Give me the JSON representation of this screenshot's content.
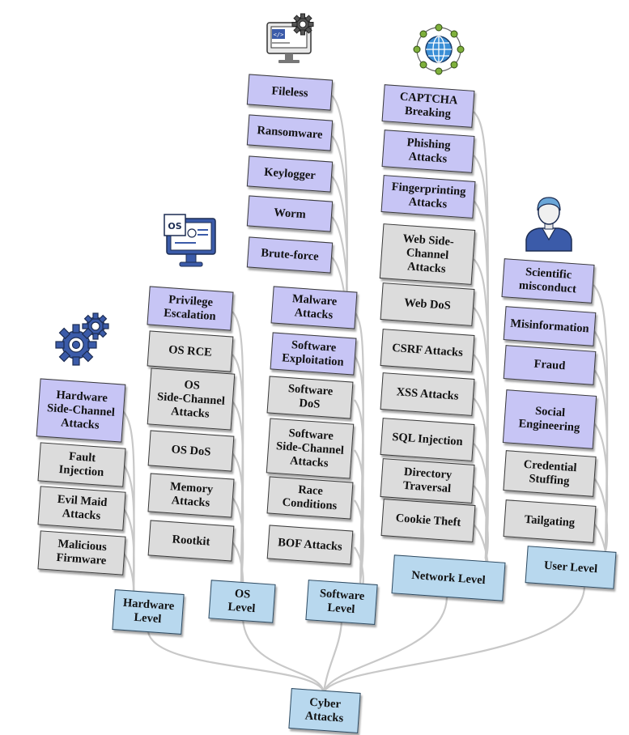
{
  "root": {
    "label": "Cyber\nAttacks"
  },
  "levels": {
    "hardware": {
      "label": "Hardware\nLevel"
    },
    "os": {
      "label": "OS\nLevel"
    },
    "software": {
      "label": "Software\nLevel"
    },
    "network": {
      "label": "Network Level"
    },
    "user": {
      "label": "User Level"
    }
  },
  "hardware_attacks": [
    {
      "label": "Hardware\nSide-Channel\nAttacks",
      "highlight": true
    },
    {
      "label": "Fault\nInjection",
      "highlight": false
    },
    {
      "label": "Evil Maid\nAttacks",
      "highlight": false
    },
    {
      "label": "Malicious\nFirmware",
      "highlight": false
    }
  ],
  "os_attacks": [
    {
      "label": "Privilege\nEscalation",
      "highlight": true
    },
    {
      "label": "OS RCE",
      "highlight": false
    },
    {
      "label": "OS\nSide-Channel\nAttacks",
      "highlight": false
    },
    {
      "label": "OS DoS",
      "highlight": false
    },
    {
      "label": "Memory\nAttacks",
      "highlight": false
    },
    {
      "label": "Rootkit",
      "highlight": false
    }
  ],
  "malware_subtypes": [
    {
      "label": "Fileless"
    },
    {
      "label": "Ransomware"
    },
    {
      "label": "Keylogger"
    },
    {
      "label": "Worm"
    },
    {
      "label": "Brute-force"
    }
  ],
  "software_attacks": [
    {
      "label": "Malware\nAttacks",
      "highlight": true
    },
    {
      "label": "Software\nExploitation",
      "highlight": true
    },
    {
      "label": "Software\nDoS",
      "highlight": false
    },
    {
      "label": "Software\nSide-Channel\nAttacks",
      "highlight": false
    },
    {
      "label": "Race\nConditions",
      "highlight": false
    },
    {
      "label": "BOF Attacks",
      "highlight": false
    }
  ],
  "network_attacks": [
    {
      "label": "CAPTCHA\nBreaking",
      "highlight": true
    },
    {
      "label": "Phishing\nAttacks",
      "highlight": true
    },
    {
      "label": "Fingerprinting\nAttacks",
      "highlight": true
    },
    {
      "label": "Web Side-\nChannel\nAttacks",
      "highlight": false
    },
    {
      "label": "Web DoS",
      "highlight": false
    },
    {
      "label": "CSRF Attacks",
      "highlight": false
    },
    {
      "label": "XSS Attacks",
      "highlight": false
    },
    {
      "label": "SQL Injection",
      "highlight": false
    },
    {
      "label": "Directory\nTraversal",
      "highlight": false
    },
    {
      "label": "Cookie Theft",
      "highlight": false
    }
  ],
  "user_attacks": [
    {
      "label": "Scientific\nmisconduct",
      "highlight": true
    },
    {
      "label": "Misinformation",
      "highlight": true
    },
    {
      "label": "Fraud",
      "highlight": true
    },
    {
      "label": "Social\nEngineering",
      "highlight": true
    },
    {
      "label": "Credential\nStuffing",
      "highlight": false
    },
    {
      "label": "Tailgating",
      "highlight": false
    }
  ],
  "icons": {
    "hardware": "gears-icon",
    "os": "os-monitor-icon",
    "software": "code-monitor-gear-icon",
    "network": "globe-network-icon",
    "user": "user-avatar-icon"
  },
  "colors": {
    "highlight_fill": "#c7c5f5",
    "regular_fill": "#dcdcdc",
    "level_fill": "#b8d8ee",
    "connector": "#c8c8c8",
    "icon_blue": "#3b5ba9"
  }
}
